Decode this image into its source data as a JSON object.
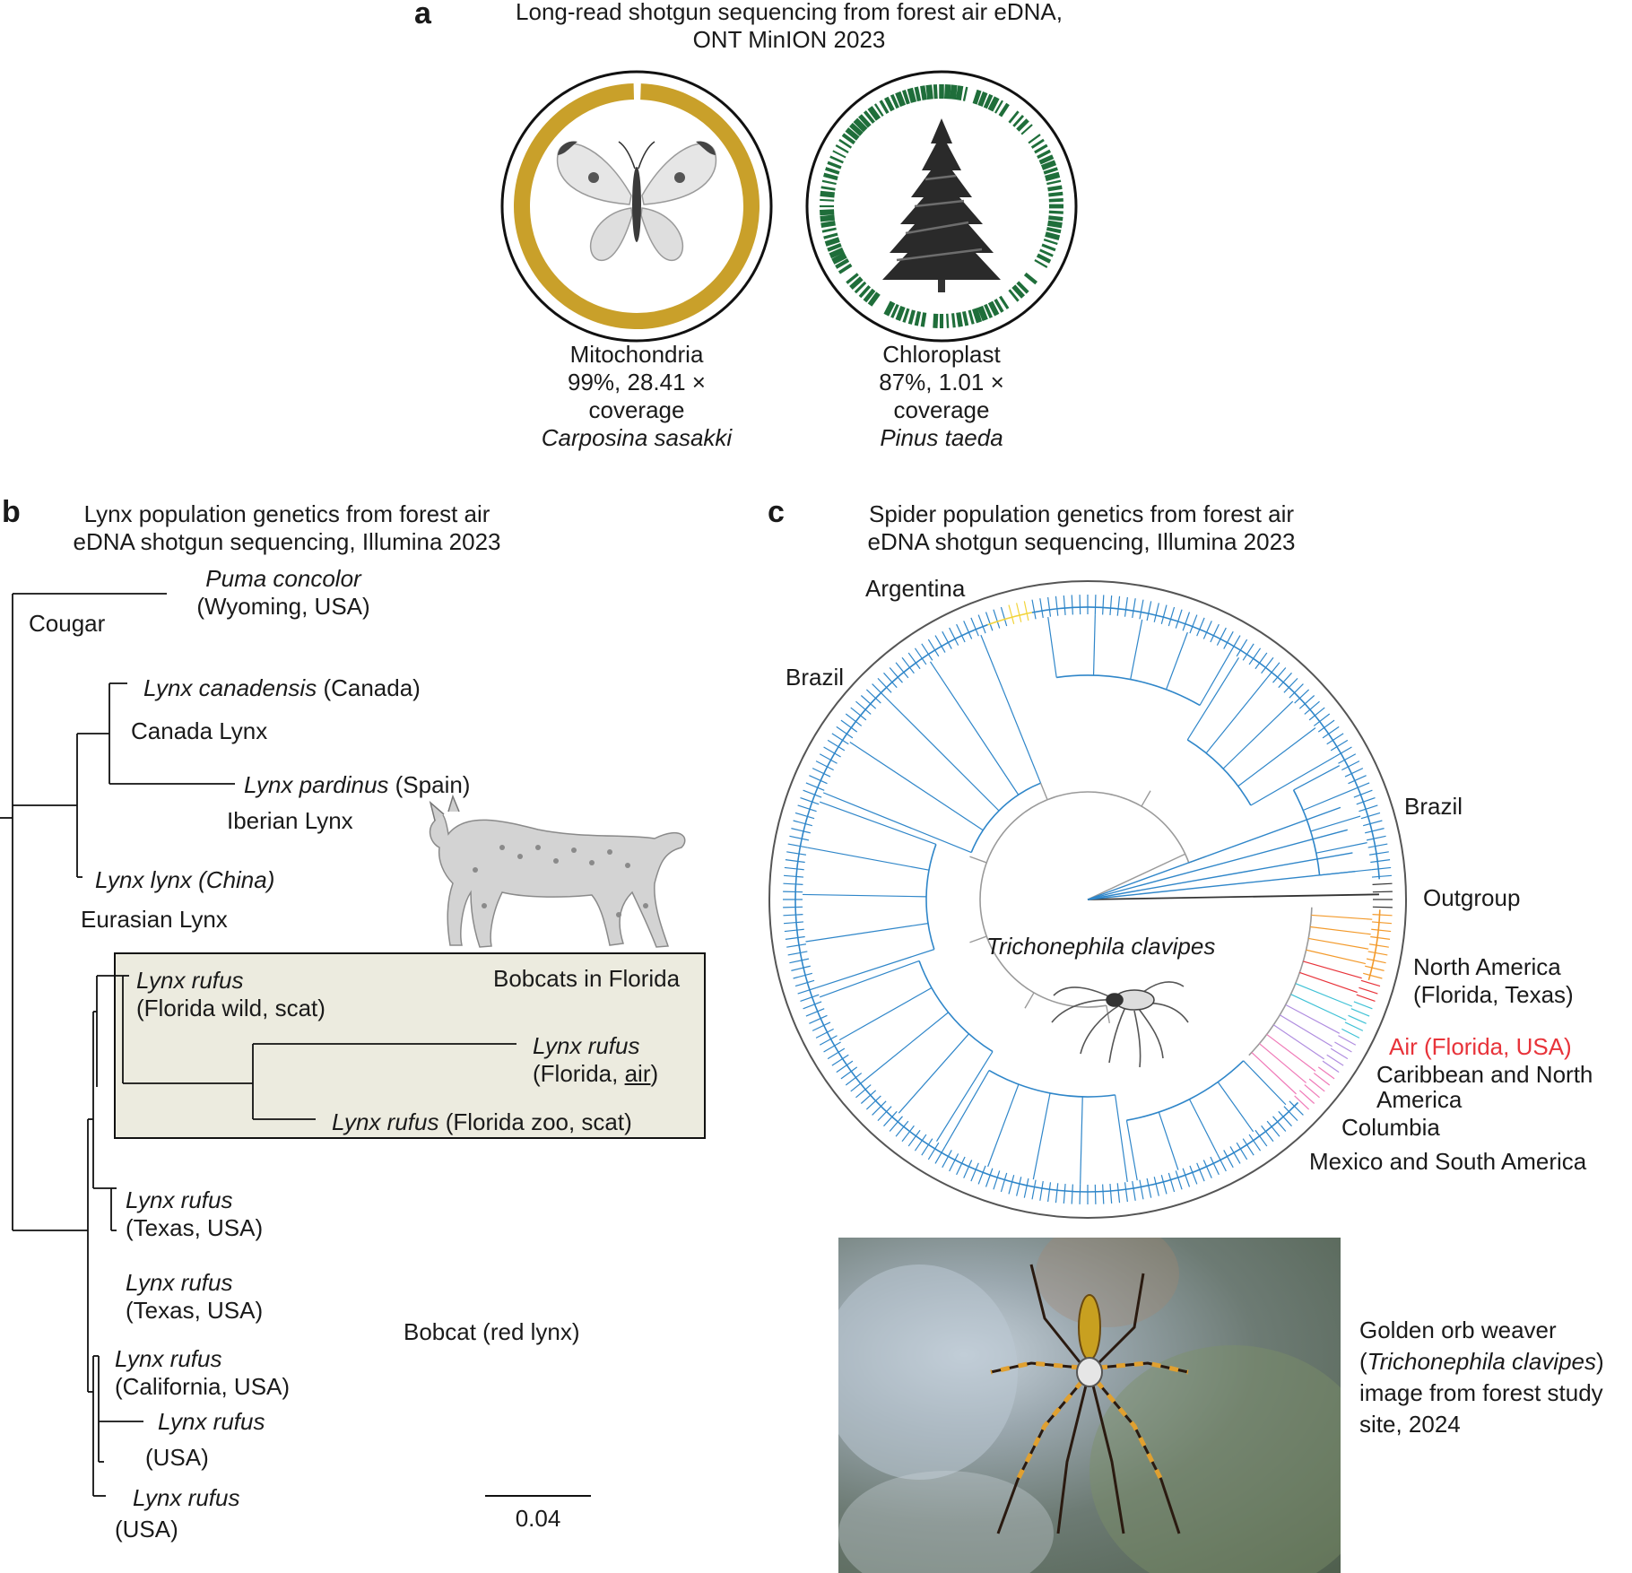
{
  "panel_a": {
    "label": "a",
    "title": [
      "Long-read shotgun sequencing from forest air eDNA,",
      "ONT MinION 2023"
    ],
    "mito": {
      "name": "Mitochondria",
      "stat": "99%, 28.41 ×",
      "cov": "coverage",
      "species": "Carposina sasakki",
      "coverage_fraction": 0.99,
      "color": "#c9a02a"
    },
    "chloro": {
      "name": "Chloroplast",
      "stat": "87%, 1.01 ×",
      "cov": "coverage",
      "species": "Pinus taeda",
      "coverage_fraction": 0.87,
      "color": "#1f6e3a"
    }
  },
  "panel_b": {
    "label": "b",
    "title": [
      "Lynx population genetics from forest air",
      "eDNA shotgun sequencing, Illumina 2023"
    ],
    "tips": {
      "puma": "Puma concolor",
      "puma_loc": "(Wyoming, USA)",
      "cougar": "Cougar",
      "canadensis": "Lynx canadensis",
      "canadensis_loc": " (Canada)",
      "canada_lynx": "Canada Lynx",
      "pardinus": "Lynx pardinus",
      "pardinus_loc": " (Spain)",
      "iberian": "Iberian Lynx",
      "lynx_china": "Lynx lynx (China)",
      "eurasian": "Eurasian Lynx",
      "rufus": "Lynx rufus",
      "florida_wild": "(Florida wild, scat)",
      "florida_air_pre": "(Florida, ",
      "florida_air_u": "air",
      "florida_air_post": ")",
      "florida_zoo": " (Florida zoo, scat)",
      "texas": "(Texas, USA)",
      "california": "(California, USA)",
      "usa": "(USA)"
    },
    "box_label": "Bobcats in Florida",
    "bobcat_label": "Bobcat (red lynx)",
    "scale": "0.04",
    "box_color": "#ecebdf"
  },
  "panel_c": {
    "label": "c",
    "title": [
      "Spider population genetics from forest air",
      "eDNA shotgun sequencing, Illumina 2023"
    ],
    "regions": {
      "argentina": "Argentina",
      "brazil_left": "Brazil",
      "brazil_right": "Brazil",
      "outgroup": "Outgroup",
      "na1": "North America",
      "na2": "(Florida, Texas)",
      "air": "Air (Florida, USA)",
      "carib1": "Caribbean and North",
      "carib2": "America",
      "columbia": "Columbia",
      "mexico": "Mexico and South America"
    },
    "center_label": "Trichonephila clavipes",
    "photo_caption": {
      "line1": "Golden orb weaver",
      "species": "Trichonephila clavipes",
      "line3": "image from forest study",
      "line4": "site, 2024"
    },
    "colors": {
      "brazil": "#2f86c9",
      "argentina": "#f2d43a",
      "north_america": "#f39a2b",
      "air": "#e8333a",
      "caribbean": "#3fc2d6",
      "columbia": "#b08de0",
      "mexico": "#f07ab8",
      "backbone": "#9a9a9a",
      "outgroup": "#333333"
    }
  }
}
